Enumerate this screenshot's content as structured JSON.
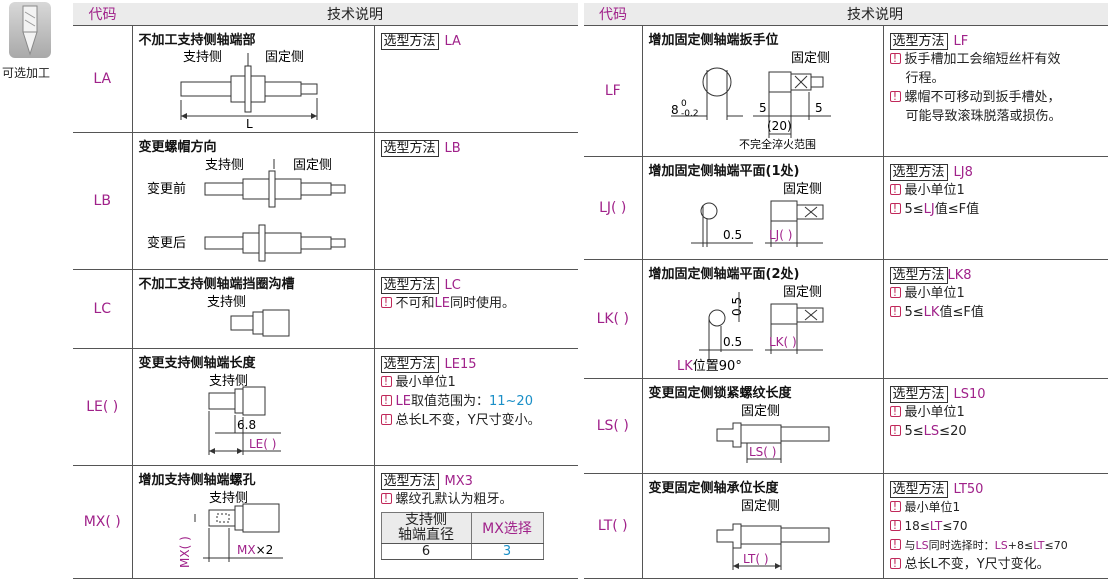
{
  "side_tag": {
    "label": "可选加工"
  },
  "left_table": {
    "header": {
      "code": "代码",
      "desc": "技术说明"
    },
    "rows": [
      {
        "code": "LA",
        "title": "不加工支持侧轴端部",
        "method_label": "选型方法",
        "method_code": "LA",
        "labels": {
          "support": "支持侧",
          "fixed": "固定侧",
          "dim": "L"
        }
      },
      {
        "code": "LB",
        "title": "变更螺帽方向",
        "method_label": "选型方法",
        "method_code": "LB",
        "labels": {
          "support": "支持侧",
          "fixed": "固定侧",
          "before": "变更前",
          "after": "变更后"
        }
      },
      {
        "code": "LC",
        "title": "不加工支持侧轴端挡圈沟槽",
        "method_label": "选型方法",
        "method_code": "LC",
        "labels": {
          "support": "支持侧"
        },
        "note1": {
          "pre": "不可和",
          "mag": "LE",
          "post": "同时使用。"
        }
      },
      {
        "code": "LE( )",
        "title": "变更支持侧轴端长度",
        "method_label": "选型方法",
        "method_code": "LE15",
        "labels": {
          "support": "支持侧",
          "dim": "6.8",
          "code_dim": "LE( )"
        },
        "note1": "最小单位1",
        "note2": {
          "mag": "LE",
          "pre": "取值范围为：",
          "range": "11~20"
        },
        "note3": "总长L不变，Y尺寸变小。"
      },
      {
        "code": "MX( )",
        "title": "增加支持侧轴端螺孔",
        "method_label": "选型方法",
        "method_code": "MX3",
        "labels": {
          "support": "支持侧",
          "vert": "MX( )",
          "mx": "MX",
          "mx_suffix": "×2"
        },
        "note1": "螺纹孔默认为粗牙。",
        "mini_table": {
          "h1": "支持侧",
          "h1b": "轴端直径",
          "h2": "MX选择",
          "v1": "6",
          "v2": "3"
        }
      }
    ]
  },
  "right_table": {
    "header": {
      "code": "代码",
      "desc": "技术说明"
    },
    "rows": [
      {
        "code": "LF",
        "title": "增加固定侧轴端扳手位",
        "method_label": "选型方法",
        "method_code": "LF",
        "labels": {
          "fixed": "固定侧",
          "tol_base": "8",
          "tol_up": "0",
          "tol_low": "-0.2",
          "d5a": "5",
          "d5b": "5",
          "d20": "(20)",
          "quench": "不完全淬火范围"
        },
        "note1a": "扳手槽加工会缩短丝杆有效",
        "note1b": "行程。",
        "note2a": "螺帽不可移动到扳手槽处，",
        "note2b": "可能导致滚珠脱落或损伤。"
      },
      {
        "code": "LJ( )",
        "title": "增加固定侧轴端平面(1处)",
        "method_label": "选型方法",
        "method_code": "LJ8",
        "labels": {
          "fixed": "固定侧",
          "dim": "0.5",
          "code_dim": "LJ( )"
        },
        "note1": "最小单位1",
        "note2": {
          "pre": "5≤",
          "mag": "LJ",
          "post": "值≤F值"
        }
      },
      {
        "code": "LK( )",
        "title": "增加固定侧轴端平面(2处)",
        "method_label": "选型方法",
        "method_code": "LK8",
        "labels": {
          "fixed": "固定侧",
          "dim": "0.5",
          "vdim": "0.5",
          "code_dim": "LK( )",
          "pos": "LK位置90°"
        },
        "note1": "最小单位1",
        "note2": {
          "pre": "5≤",
          "mag": "LK",
          "post": "值≤F值"
        }
      },
      {
        "code": "LS( )",
        "title": "变更固定侧锁紧螺纹长度",
        "method_label": "选型方法",
        "method_code": "LS10",
        "labels": {
          "fixed": "固定侧",
          "code_dim": "LS( )"
        },
        "note1": "最小单位1",
        "note2": {
          "pre": "5≤",
          "mag": "LS",
          "post": "≤20"
        }
      },
      {
        "code": "LT( )",
        "title": "变更固定侧轴承位长度",
        "method_label": "选型方法",
        "method_code": "LT50",
        "labels": {
          "fixed": "固定侧",
          "code_dim": "LT( )"
        },
        "note1": "最小单位1",
        "note2": {
          "pre": "18≤",
          "mag": "LT",
          "post": "≤70"
        },
        "note3": {
          "pre": "与",
          "mag1": "LS",
          "mid": "同时选择时：",
          "expr1": "LS",
          "expr2": "+8≤",
          "expr3": "LT",
          "expr4": "≤70"
        },
        "note4": "总长L不变，Y尺寸变化。"
      }
    ]
  },
  "colors": {
    "accent": "#a0228a",
    "cyan": "#1a8fc7",
    "header_bg": "#ebebeb",
    "border": "#555555"
  }
}
